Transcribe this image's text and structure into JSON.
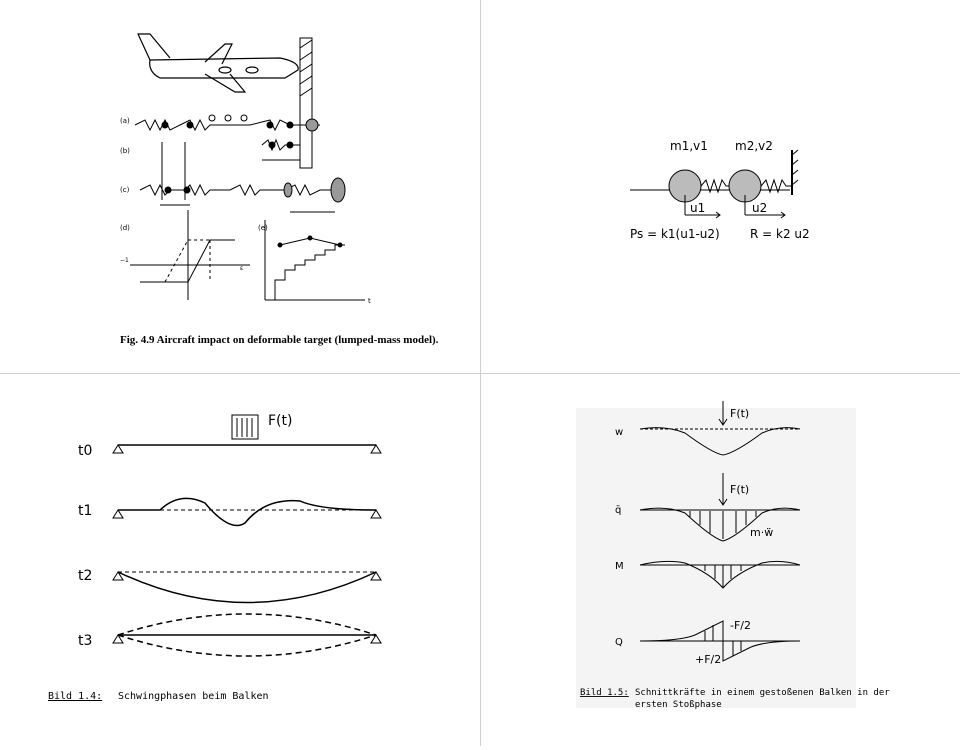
{
  "panel1": {
    "caption": "Fig. 4.9  Aircraft impact on deformable target (lumped-mass model).",
    "row_labels": [
      "(a)",
      "(b)",
      "(c)",
      "(d)",
      "(e)"
    ]
  },
  "panel2": {
    "m1v1": "m1,v1",
    "m2v2": "m2,v2",
    "u1": "u1",
    "u2": "u2",
    "ps": "Ps = k1(u1-u2)",
    "r": "R = k2 u2"
  },
  "panel3": {
    "force": "F(t)",
    "t_labels": [
      "t0",
      "t1",
      "t2",
      "t3"
    ],
    "caption_num": "Bild 1.4:",
    "caption_text": "Schwingphasen beim Balken"
  },
  "panel4": {
    "row_labels": [
      "w",
      "q̄",
      "M",
      "Q"
    ],
    "force1": "F(t)",
    "force2": "F(t)",
    "mw": "m·ẅ",
    "neg_f2": "-F/2",
    "pos_f2": "+F/2",
    "caption_num": "Bild 1.5:",
    "caption_text": "Schnittkräfte  in einem gestoßenen Balken in  der",
    "caption_text2": "ersten Stoßphase"
  }
}
